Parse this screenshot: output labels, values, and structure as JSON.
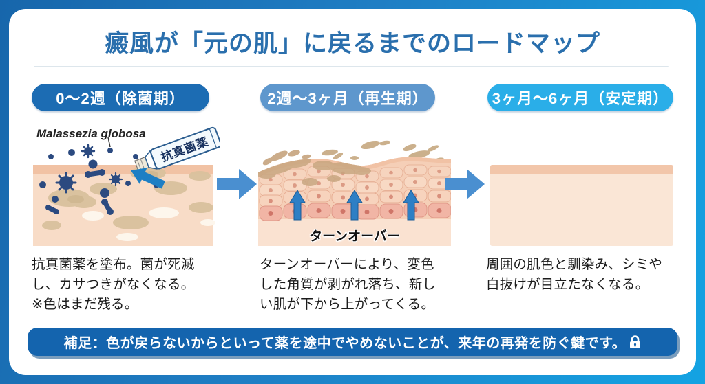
{
  "title": "癜風が「元の肌」に戻るまでのロードマップ",
  "stages": [
    {
      "label": "0〜2週（除菌期）",
      "annotation": "Malassezia globosa",
      "tube_label": "抗真菌薬",
      "description": "抗真菌薬を塗布。菌が死滅\nし、カサつきがなくなる。\n※色はまだ残る。"
    },
    {
      "label": "2週〜3ヶ月（再生期）",
      "illustration_label": "ターンオーバー",
      "description": "ターンオーバーにより、変色\nした角質が剥がれ落ち、新し\nい肌が下から上がってくる。"
    },
    {
      "label": "3ヶ月〜6ヶ月（安定期）",
      "description": "周囲の肌色と馴染み、シミや\n白抜けが目立たなくなる。"
    }
  ],
  "footer": {
    "text": "補足：色が戻らないからといって薬を途中でやめないことが、来年の再発を防ぐ鍵です。",
    "icon": "lock-icon"
  },
  "colors": {
    "frame_gradient_start": "#1766ab",
    "frame_gradient_end": "#14a3e3",
    "card_bg": "#ffffff",
    "title": "#2a6fad",
    "pill_stage1": "#1c6cb3",
    "pill_stage2": "#5e97cd",
    "pill_stage3": "#2aaee8",
    "flow_arrow": "#4a8fd0",
    "footer_bg": "#1464ae",
    "fungus": "#2b4a80",
    "skin_body": "#f8dcc7",
    "skin_band": "#f1c2a4"
  }
}
